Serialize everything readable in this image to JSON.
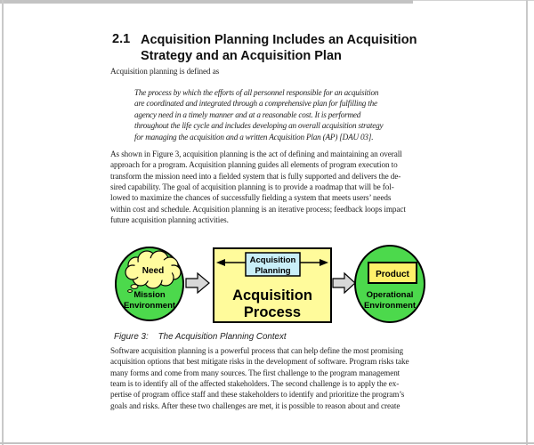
{
  "document": {
    "heading": {
      "number": "2.1",
      "title_lines": [
        "Acquisition Planning Includes an Acquisition",
        "Strategy and an Acquisition Plan"
      ]
    },
    "intro": "Acquisition planning is defined as",
    "quote": {
      "lines": [
        "The process by which the efforts of all personnel responsible for an acquisition",
        "are coordinated and integrated through a comprehensive plan for fulfilling the",
        "agency need in a timely manner and at a reasonable cost. It is performed",
        "throughout the life cycle and includes developing an overall acquisition strategy",
        "for managing the acquisition and a written Acquisition Plan (AP) [DAU 03]."
      ]
    },
    "paragraph1": {
      "lines": [
        "As shown in Figure 3, acquisition planning is the act of defining and maintaining an overall",
        "approach for a program. Acquisition planning guides all elements of program execution to",
        "transform the mission need into a fielded system that is fully supported and delivers the de-",
        "sired capability. The goal of acquisition planning is to provide a roadmap that will be fol-",
        "lowed to maximize the chances of successfully fielding a system that meets users’ needs",
        "within cost and schedule. Acquisition planning is an iterative process; feedback loops impact",
        "future acquisition planning activities."
      ]
    },
    "figure": {
      "caption": {
        "label": "Figure 3:",
        "title": "The Acquisition Planning Context"
      },
      "mission_node": {
        "cloud_label": "Need",
        "line1": "Mission",
        "line2": "Environment"
      },
      "process_box": {
        "planning_line1": "Acquisition",
        "planning_line2": "Planning",
        "process_line1": "Acquisition",
        "process_line2": "Process"
      },
      "product_node": {
        "box_label": "Product",
        "line1": "Operational",
        "line2": "Environment"
      },
      "colors": {
        "environment_green": "#4CD94C",
        "process_yellow": "#FFFB9B",
        "cloud_yellow": "#FFFC9E",
        "product_yellow": "#FFF06A",
        "planning_blue": "#C9EEF8",
        "arrow_gray": "#D8D8D8"
      }
    },
    "paragraph2": {
      "lines": [
        "Software acquisition planning is a powerful process that can help define the most promising",
        "acquisition options that best mitigate risks in the development of software. Program risks take",
        "many forms and come from many sources. The first challenge to the program management",
        "team is to identify all of the affected stakeholders. The second challenge is to apply the ex-",
        "pertise of program office staff and these stakeholders to identify and prioritize the program’s",
        "goals and risks. After these two challenges are met, it is possible to reason about and create"
      ]
    }
  }
}
